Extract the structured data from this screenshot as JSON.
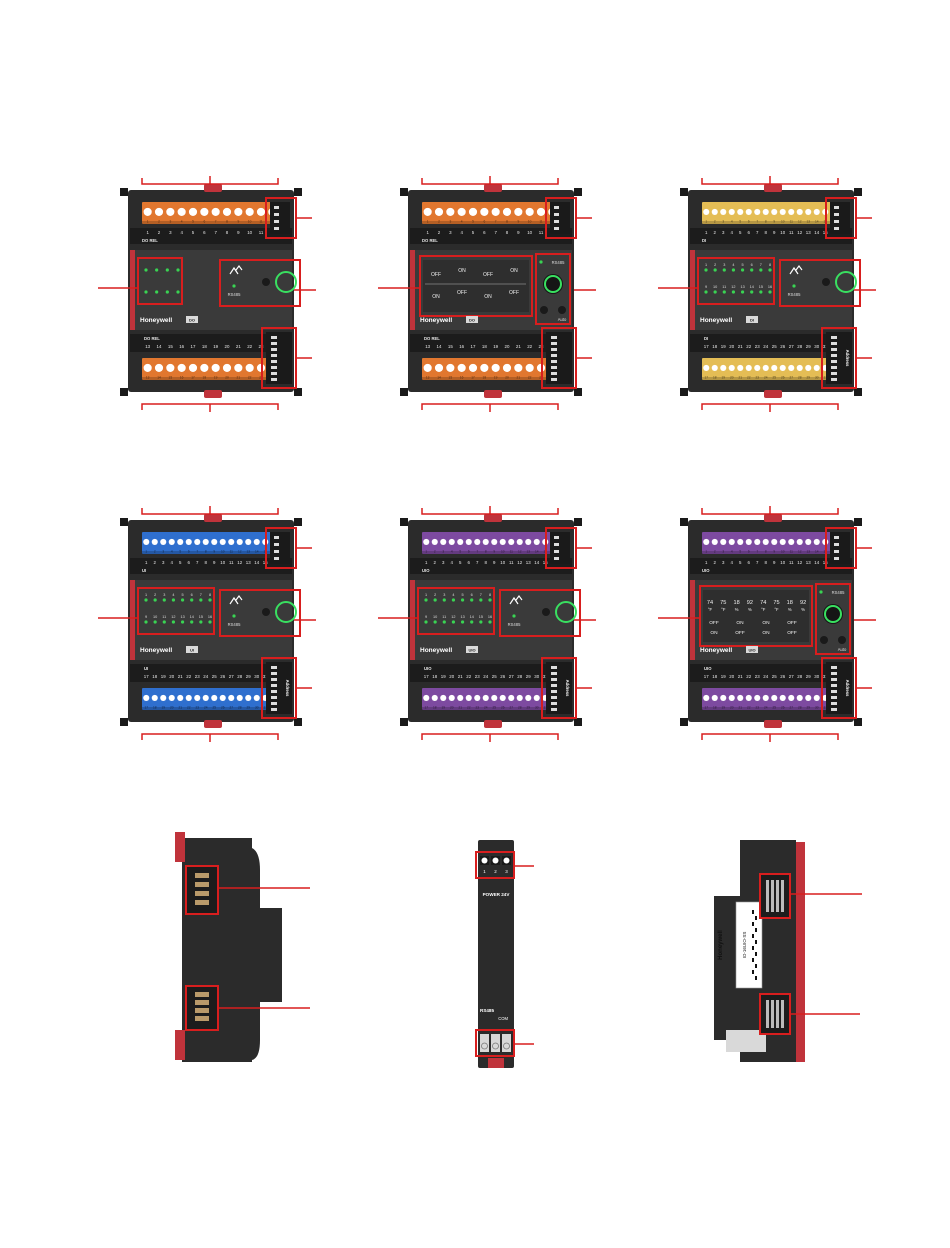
{
  "brand": "Honeywell",
  "colors": {
    "callout": "#d81e1e",
    "housing": "#2b2b2b",
    "housing_dark": "#1c1c1c",
    "panel": "#3a3a3a",
    "orange": "#e1772f",
    "yellow": "#e4bd55",
    "blue": "#2f6fce",
    "purple": "#7d4aa0",
    "led_green": "#39d353",
    "ring_green": "#39e060",
    "accent_red": "#c0333b",
    "white": "#ffffff"
  },
  "modules": [
    {
      "id": "do-rel-led",
      "terminal_color": "orange",
      "top_label": "DO REL",
      "bottom_label": "DO REL",
      "top_numbers": [
        "1",
        "2",
        "3",
        "4",
        "5",
        "6",
        "7",
        "8",
        "9",
        "10",
        "11",
        "12"
      ],
      "bottom_numbers": [
        "13",
        "14",
        "15",
        "16",
        "17",
        "18",
        "19",
        "20",
        "21",
        "22",
        "23",
        "24"
      ],
      "rs485": "RS485",
      "display": "leds",
      "badge": "DO"
    },
    {
      "id": "do-rel-lcd",
      "terminal_color": "orange",
      "top_label": "DO REL",
      "bottom_label": "DO REL",
      "top_numbers": [
        "1",
        "2",
        "3",
        "4",
        "5",
        "6",
        "7",
        "8",
        "9",
        "10",
        "11",
        "12"
      ],
      "bottom_numbers": [
        "13",
        "14",
        "15",
        "16",
        "17",
        "18",
        "19",
        "20",
        "21",
        "22",
        "23",
        "24"
      ],
      "rs485": "RS485",
      "auto": "Auto",
      "display": "lcd",
      "badge": "DO",
      "lcd_rows": [
        [
          "OFF",
          "ON",
          "OFF",
          "ON"
        ],
        [
          "ON",
          "OFF",
          "ON",
          "OFF"
        ]
      ]
    },
    {
      "id": "di",
      "terminal_color": "yellow",
      "top_label": "DI",
      "bottom_label": "DI",
      "top_numbers": [
        "1",
        "2",
        "3",
        "4",
        "5",
        "6",
        "7",
        "8",
        "9",
        "10",
        "11",
        "12",
        "13",
        "14",
        "15",
        "16"
      ],
      "bottom_numbers": [
        "17",
        "18",
        "19",
        "20",
        "21",
        "22",
        "23",
        "24",
        "25",
        "26",
        "27",
        "28",
        "29",
        "30",
        "31",
        "32"
      ],
      "rs485": "RS485",
      "display": "leds",
      "badge": "DI",
      "address": "Address"
    },
    {
      "id": "ui-blue",
      "terminal_color": "blue",
      "top_label": "UI",
      "bottom_label": "UI",
      "top_numbers": [
        "1",
        "2",
        "3",
        "4",
        "5",
        "6",
        "7",
        "8",
        "9",
        "10",
        "11",
        "12",
        "13",
        "14",
        "15",
        "16"
      ],
      "bottom_numbers": [
        "17",
        "18",
        "19",
        "20",
        "21",
        "22",
        "23",
        "24",
        "25",
        "26",
        "27",
        "28",
        "29",
        "30",
        "31",
        "32"
      ],
      "rs485": "RS485",
      "display": "leds",
      "badge": "UI",
      "address": "Address"
    },
    {
      "id": "uio-led",
      "terminal_color": "purple",
      "top_label": "UIO",
      "bottom_label": "UIO",
      "top_numbers": [
        "1",
        "2",
        "3",
        "4",
        "5",
        "6",
        "7",
        "8",
        "9",
        "10",
        "11",
        "12",
        "13",
        "14",
        "15",
        "16"
      ],
      "bottom_numbers": [
        "17",
        "18",
        "19",
        "20",
        "21",
        "22",
        "23",
        "24",
        "25",
        "26",
        "27",
        "28",
        "29",
        "30",
        "31",
        "32"
      ],
      "rs485": "RS485",
      "display": "leds",
      "badge": "UIO",
      "address": "Address"
    },
    {
      "id": "uio-lcd",
      "terminal_color": "purple",
      "top_label": "UIO",
      "bottom_label": "UIO",
      "top_numbers": [
        "1",
        "2",
        "3",
        "4",
        "5",
        "6",
        "7",
        "8",
        "9",
        "10",
        "11",
        "12",
        "13",
        "14",
        "15",
        "16"
      ],
      "bottom_numbers": [
        "17",
        "18",
        "19",
        "20",
        "21",
        "22",
        "23",
        "24",
        "25",
        "26",
        "27",
        "28",
        "29",
        "30",
        "31",
        "32"
      ],
      "rs485": "RS485",
      "auto": "Auto",
      "display": "lcd-values",
      "badge": "UIO",
      "address": "Address",
      "lcd_values": [
        "74",
        "75",
        "18",
        "92",
        "74",
        "75",
        "18",
        "92"
      ],
      "lcd_units": [
        "°F",
        "°F",
        "%",
        "%",
        "°F",
        "°F",
        "%",
        "%"
      ],
      "lcd_rows": [
        [
          "OFF",
          "ON",
          "ON",
          "OFF"
        ],
        [
          "ON",
          "OFF",
          "ON",
          "OFF"
        ]
      ]
    }
  ],
  "side_views": {
    "power": {
      "label": "POWER 24V",
      "rs485": "RS485",
      "com": "COM"
    },
    "rear_label": {
      "brand": "Honeywell",
      "model": "IO-16UIO-SS"
    }
  }
}
